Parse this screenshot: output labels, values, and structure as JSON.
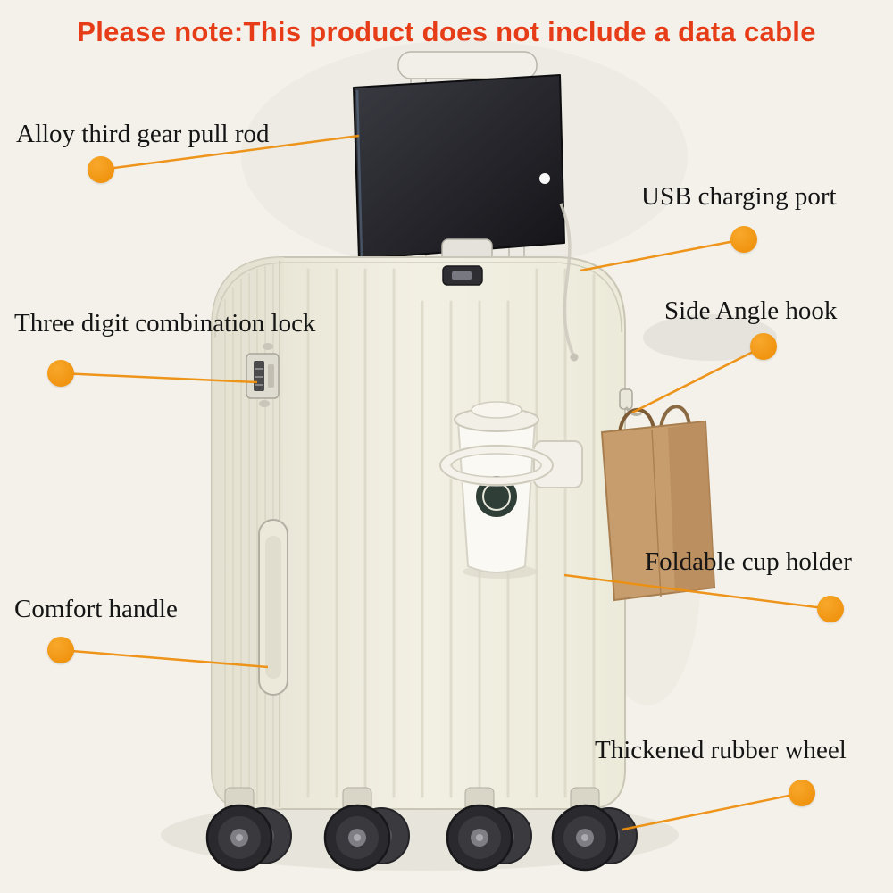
{
  "notice": "Please note:This product does not include a data cable",
  "callouts": [
    {
      "id": "pull-rod",
      "label": "Alloy third gear pull rod"
    },
    {
      "id": "usb-port",
      "label": "USB charging port"
    },
    {
      "id": "combination-lock",
      "label": "Three digit combination lock"
    },
    {
      "id": "side-hook",
      "label": "Side Angle hook"
    },
    {
      "id": "cup-holder",
      "label": "Foldable cup holder"
    },
    {
      "id": "comfort-handle",
      "label": "Comfort handle"
    },
    {
      "id": "rubber-wheel",
      "label": "Thickened rubber wheel"
    }
  ],
  "colors": {
    "notice_red": "#e63c17",
    "callout_orange": "#ee9010",
    "suitcase_body": "#efede0",
    "background": "#f4f1ea"
  }
}
